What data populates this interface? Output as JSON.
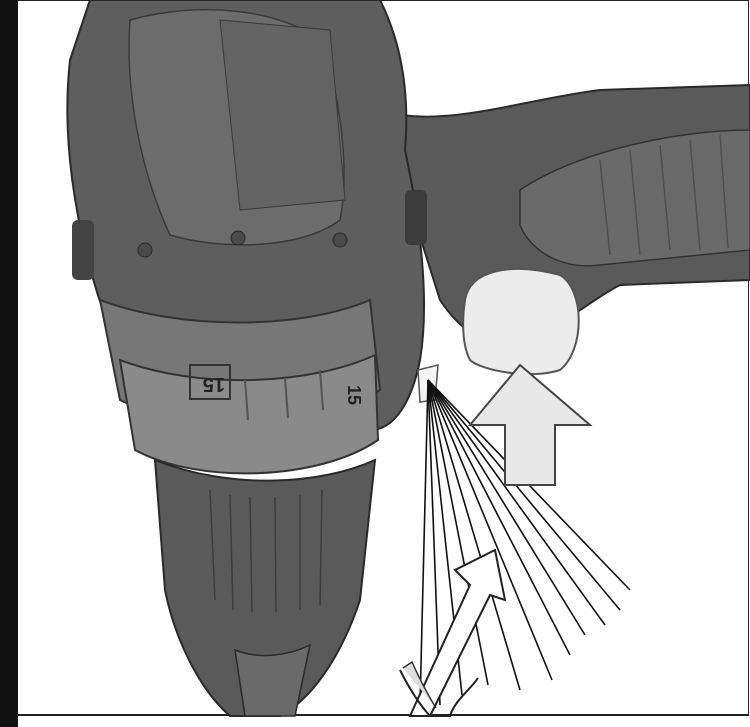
{
  "illustration": {
    "subject": "cordless-drill-trigger-light",
    "chuck_markings": {
      "left_number": "15",
      "right_number": "15"
    },
    "colors": {
      "drill_body": "#5e5e5e",
      "drill_shadow": "#3f3f3f",
      "drill_highlight": "#7a7a7a",
      "trigger": "#ececec",
      "arrow_fill": "#e8e8e8",
      "frame_bar": "#111111"
    }
  }
}
